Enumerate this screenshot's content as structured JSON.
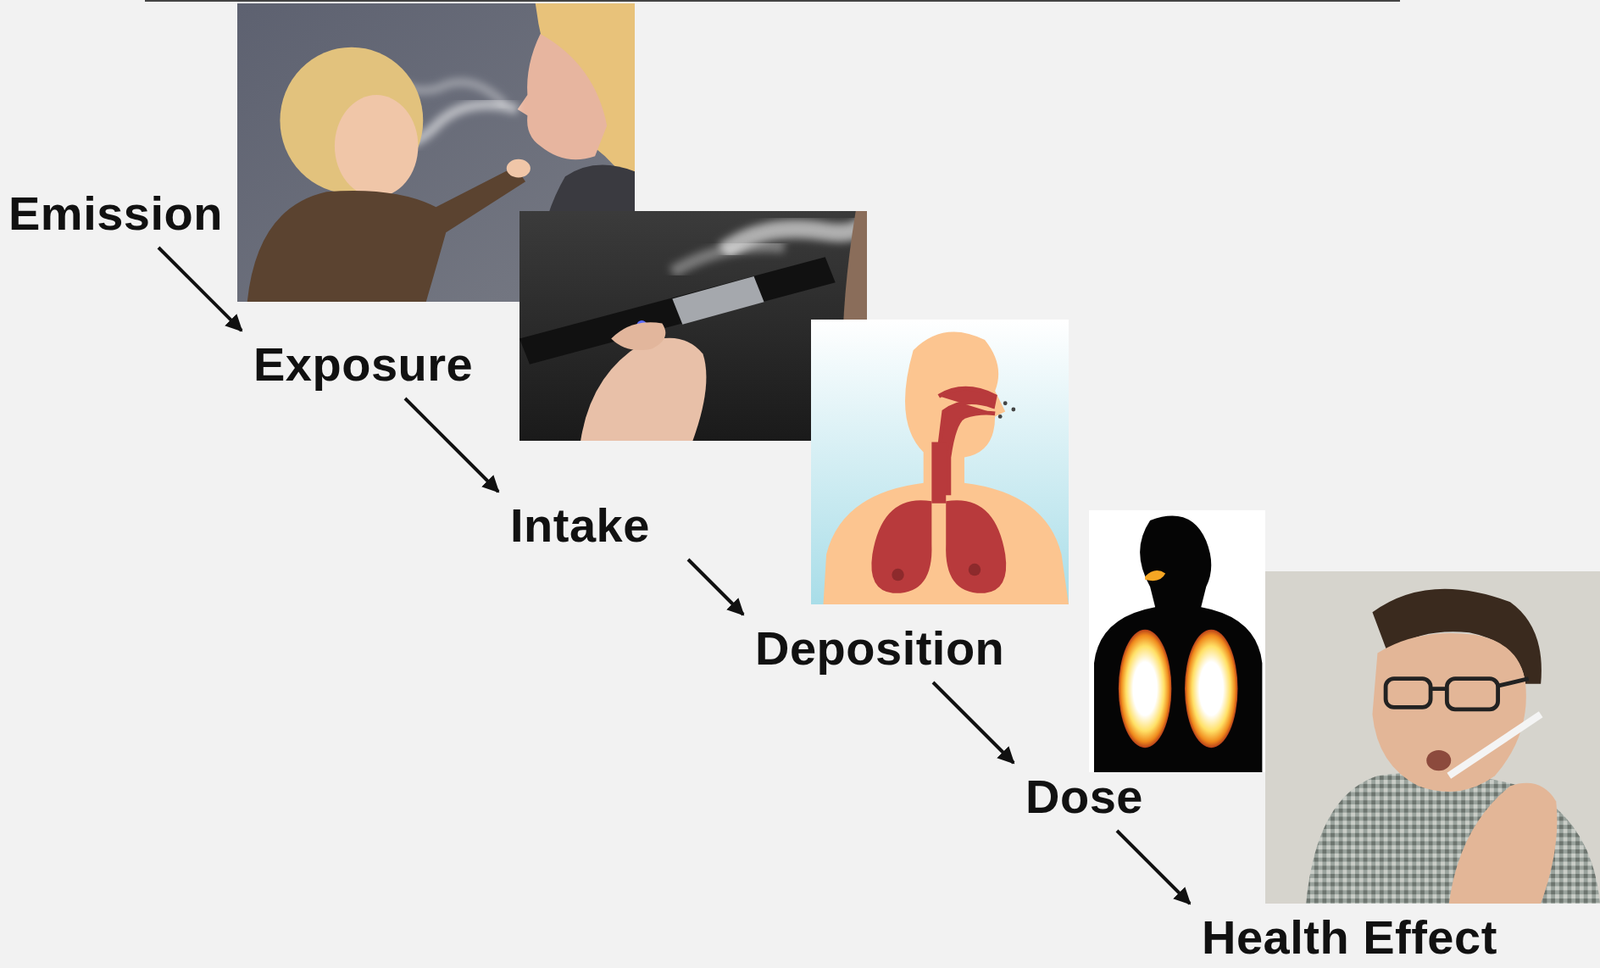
{
  "diagram": {
    "nodes": [
      {
        "text": [
          "Emission"
        ]
      },
      {
        "text": [
          "Exposure"
        ]
      },
      {
        "text": [
          "Intake"
        ]
      },
      {
        "text": [
          "Deposition"
        ]
      },
      {
        "text": [
          "Dose"
        ]
      },
      {
        "text": [
          "Health Effect"
        ]
      }
    ],
    "edges": [
      {
        "from": 0,
        "to": 1,
        "arrow": "to"
      },
      {
        "from": 1,
        "to": 2,
        "arrow": "to"
      },
      {
        "from": 2,
        "to": 3,
        "arrow": "to"
      },
      {
        "from": 3,
        "to": 4,
        "arrow": "to"
      },
      {
        "from": 4,
        "to": 5,
        "arrow": "to"
      }
    ]
  }
}
